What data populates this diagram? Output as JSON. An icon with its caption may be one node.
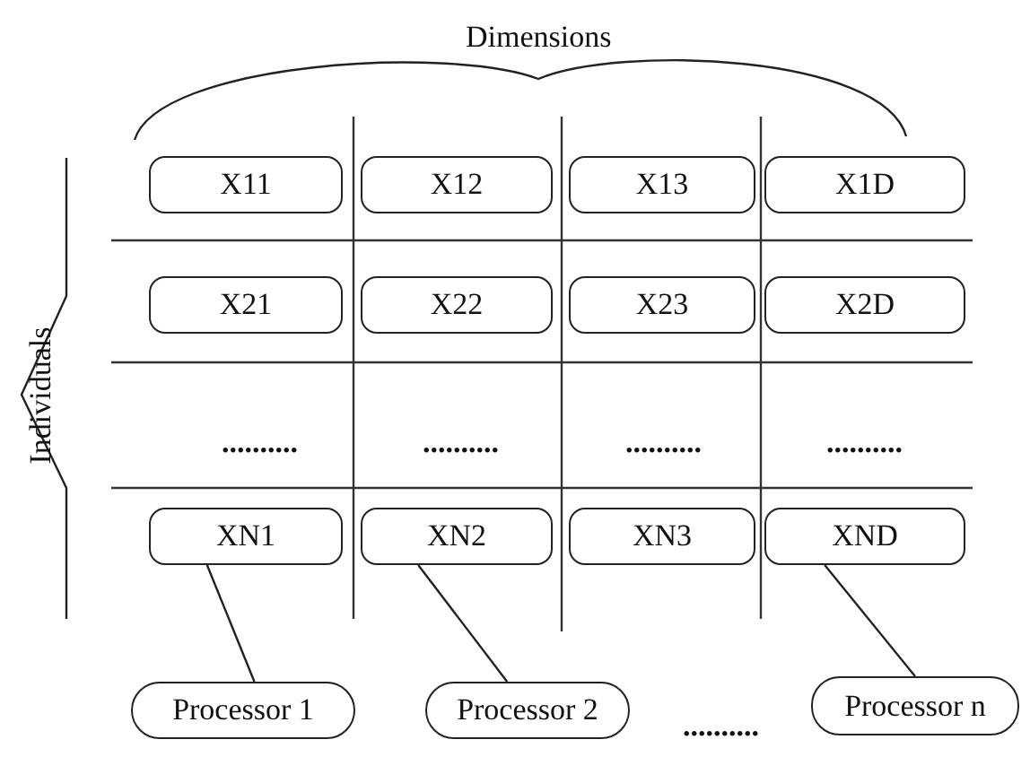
{
  "diagram": {
    "nodes": [
      {
        "text": [
          "X11"
        ]
      },
      {
        "text": [
          "X12"
        ]
      },
      {
        "text": [
          "X13"
        ]
      },
      {
        "text": [
          "X1D"
        ]
      },
      {
        "text": [
          "X21"
        ]
      },
      {
        "text": [
          "X22"
        ]
      },
      {
        "text": [
          "X23"
        ]
      },
      {
        "text": [
          "X2D"
        ]
      },
      {
        "text": [
          "XN1"
        ]
      },
      {
        "text": [
          "XN2"
        ]
      },
      {
        "text": [
          "XN3"
        ]
      },
      {
        "text": [
          "XND"
        ]
      },
      {
        "text": [
          "Processor 1"
        ]
      },
      {
        "text": [
          "Processor 2"
        ]
      },
      {
        "text": [
          "Processor n"
        ]
      }
    ],
    "edges": [
      {
        "from": 8,
        "to": 12,
        "arrow": "none"
      },
      {
        "from": 9,
        "to": 13,
        "arrow": "none"
      },
      {
        "from": 11,
        "to": 14,
        "arrow": "none"
      }
    ],
    "labels": [
      "Dimensions",
      "Individuals",
      "..........",
      "..........",
      "..........",
      "..........",
      ".........."
    ]
  }
}
